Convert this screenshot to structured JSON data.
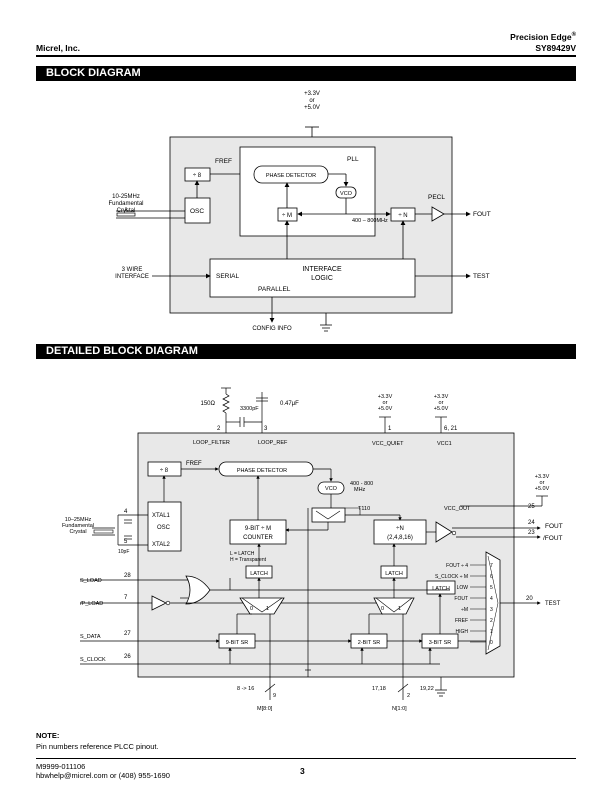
{
  "header": {
    "company": "Micrel, Inc.",
    "product_line": "Precision Edge",
    "product_line_mark": "®",
    "part_number": "SY89429V"
  },
  "block_diagram": {
    "section_title": "BLOCK DIAGRAM",
    "supply": [
      "+3.3V",
      "or",
      "+5.0V"
    ],
    "crystal": [
      "10-25MHz",
      "Fundamental",
      "Crystal"
    ],
    "div8": "÷ 8",
    "osc": "OSC",
    "fref": "FREF",
    "pll": "PLL",
    "phase_detector": "PHASE DETECTOR",
    "vco": "VCO",
    "div_m": "÷ M",
    "vco_range": "400 – 800MHz",
    "div_n": "÷ N",
    "pecl": "PECL",
    "fout": "FOUT",
    "wire3": [
      "3 WIRE",
      "INTERFACE"
    ],
    "serial": "SERIAL",
    "interface_logic": [
      "INTERFACE",
      "LOGIC"
    ],
    "parallel": "PARALLEL",
    "test": "TEST",
    "config_info": "CONFIG INFO"
  },
  "detailed": {
    "section_title": "DETAILED BLOCK DIAGRAM",
    "r150": "150Ω",
    "c3300": "3300pF",
    "c047": "0.47μF",
    "pin2": "2",
    "pin3": "3",
    "loop_filter": "LOOP_FILTER",
    "loop_ref": "LOOP_REF",
    "supply_q": [
      "+3.3V",
      "or",
      "+5.0V"
    ],
    "pin1": "1",
    "vcc_quiet": "VCC_QUIET",
    "supply_1": [
      "+3.3V",
      "or",
      "+5.0V"
    ],
    "pin621": "6, 21",
    "vcc1": "VCC1",
    "supply_out": [
      "+3.3V",
      "or",
      "+5.0V"
    ],
    "div8": "÷ 8",
    "fref": "FREF",
    "phase_detector": "PHASE DETECTOR",
    "vco_range": [
      "400 - 800",
      "MHz"
    ],
    "vco": "VCO",
    "t110": "T110",
    "crystal": [
      "10–25MHz",
      "Fundamental",
      "Crystal"
    ],
    "pin4": "4",
    "pin5": "5",
    "c10pf": "10pF",
    "xtal1": "XTAL1",
    "osc": "OSC",
    "xtal2": "XTAL2",
    "counter": [
      "9-BIT ÷ M",
      "COUNTER"
    ],
    "div_n": [
      "÷N",
      "(2,4,8,16)"
    ],
    "vcc_out": "VCC_OUT",
    "pin25": "25",
    "pin24": "24",
    "fout": "FOUT",
    "pin23": "23",
    "nfout": "/FOUT",
    "latch_note": [
      "L = LATCH",
      "H = Transparent"
    ],
    "latch": "LATCH",
    "s_load": "S_LOAD",
    "pin28": "28",
    "p_load": "/P_LOAD",
    "pin7": "7",
    "mux0": "0",
    "mux1": "1",
    "s_data": "S_DATA",
    "pin27": "27",
    "s_clock": "S_CLOCK",
    "pin26": "26",
    "sr9": "9-BIT SR",
    "sr2": "2-BIT SR",
    "sr3": "3-BIT SR",
    "test_rows": [
      {
        "label": "FOUT ÷ 4",
        "num": "7"
      },
      {
        "label": "S_CLOCK ÷ M",
        "num": "6"
      },
      {
        "label": "LOW",
        "num": "5"
      },
      {
        "label": "FOUT",
        "num": "4"
      },
      {
        "label": "÷M",
        "num": "3"
      },
      {
        "label": "FREF",
        "num": "2"
      },
      {
        "label": "HIGH",
        "num": "1"
      },
      {
        "label": "",
        "num": "0"
      }
    ],
    "pin20": "20",
    "test": "TEST",
    "pins_m": "8 -> 16",
    "pin9": "9",
    "m_bus": "M[8:0]",
    "pins_n": "17,18",
    "pin_n2": "2",
    "n_bus": "N[1:0]",
    "pin1922": "19,22"
  },
  "note": {
    "title": "NOTE:",
    "text": "Pin numbers reference PLCC pinout."
  },
  "footer": {
    "doc_number": "M9999-011106",
    "contact": "hbwhelp@micrel.com or (408) 955-1690",
    "page": "3"
  }
}
